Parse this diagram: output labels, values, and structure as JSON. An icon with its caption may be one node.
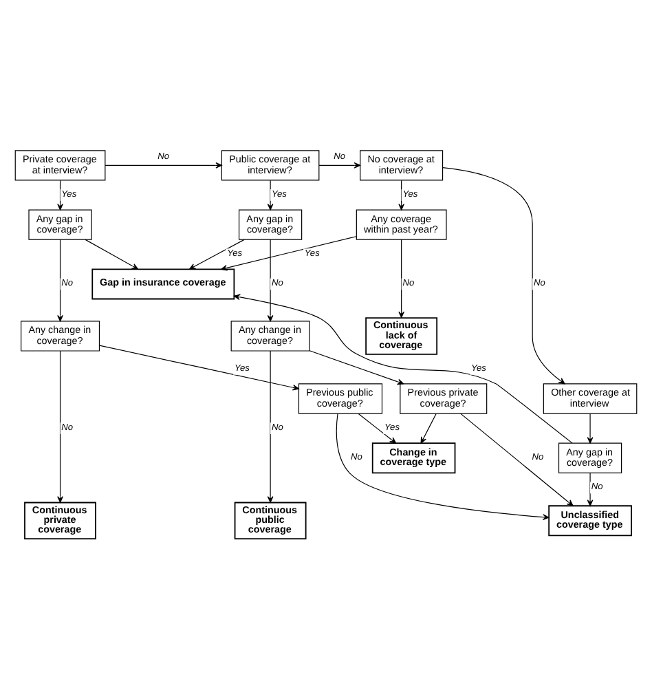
{
  "diagram": {
    "nodes": [
      {
        "text": [
          "Private coverage at interview?"
        ]
      },
      {
        "text": [
          "Public coverage at interview?"
        ]
      },
      {
        "text": [
          "No coverage at interview?"
        ]
      },
      {
        "text": [
          "Any gap in coverage?"
        ]
      },
      {
        "text": [
          "Any gap in coverage?"
        ]
      },
      {
        "text": [
          "Any coverage within past year?"
        ]
      },
      {
        "text": [
          "Gap in insurance coverage"
        ]
      },
      {
        "text": [
          "Any change in coverage?"
        ]
      },
      {
        "text": [
          "Any change in coverage?"
        ]
      },
      {
        "text": [
          "Continuous lack of coverage"
        ]
      },
      {
        "text": [
          "Previous public coverage?"
        ]
      },
      {
        "text": [
          "Previous private coverage?"
        ]
      },
      {
        "text": [
          "Other coverage at interview"
        ]
      },
      {
        "text": [
          "Any gap in coverage?"
        ]
      },
      {
        "text": [
          "Change in coverage type"
        ]
      },
      {
        "text": [
          "Continuous private coverage"
        ]
      },
      {
        "text": [
          "Continuous public coverage"
        ]
      },
      {
        "text": [
          "Unclassified coverage type"
        ]
      }
    ],
    "edges": [
      {
        "from": 0,
        "to": 1,
        "arrow": "to",
        "label": "No"
      },
      {
        "from": 1,
        "to": 2,
        "arrow": "to",
        "label": "No"
      },
      {
        "from": 0,
        "to": 3,
        "arrow": "to",
        "label": "Yes"
      },
      {
        "from": 1,
        "to": 4,
        "arrow": "to",
        "label": "Yes"
      },
      {
        "from": 2,
        "to": 5,
        "arrow": "to",
        "label": "Yes"
      },
      {
        "from": 2,
        "to": 12,
        "arrow": "to",
        "label": "No"
      },
      {
        "from": 3,
        "to": 6,
        "arrow": "to"
      },
      {
        "from": 4,
        "to": 6,
        "arrow": "to",
        "label": "Yes"
      },
      {
        "from": 5,
        "to": 6,
        "arrow": "to",
        "label": "Yes"
      },
      {
        "from": 3,
        "to": 7,
        "arrow": "to",
        "label": "No"
      },
      {
        "from": 4,
        "to": 8,
        "arrow": "to",
        "label": "No"
      },
      {
        "from": 5,
        "to": 9,
        "arrow": "to",
        "label": "No"
      },
      {
        "from": 7,
        "to": 10,
        "arrow": "to",
        "label": "Yes"
      },
      {
        "from": 8,
        "to": 11,
        "arrow": "to"
      },
      {
        "from": 7,
        "to": 15,
        "arrow": "to",
        "label": "No"
      },
      {
        "from": 8,
        "to": 16,
        "arrow": "to",
        "label": "No"
      },
      {
        "from": 10,
        "to": 14,
        "arrow": "to",
        "label": "Yes"
      },
      {
        "from": 11,
        "to": 14,
        "arrow": "to"
      },
      {
        "from": 10,
        "to": 17,
        "arrow": "to",
        "label": "No"
      },
      {
        "from": 11,
        "to": 17,
        "arrow": "to",
        "label": "No"
      },
      {
        "from": 12,
        "to": 13,
        "arrow": "to"
      },
      {
        "from": 13,
        "to": 6,
        "arrow": "to",
        "label": "Yes"
      },
      {
        "from": 13,
        "to": 17,
        "arrow": "to",
        "label": "No"
      }
    ]
  }
}
